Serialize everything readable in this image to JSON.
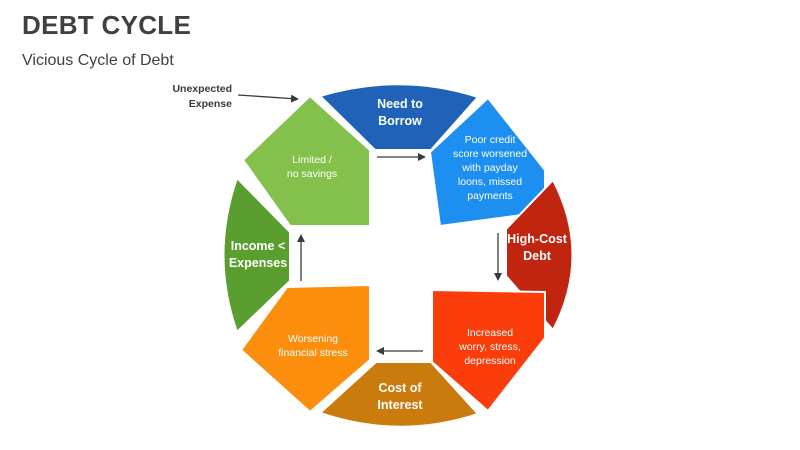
{
  "header": {
    "title": "DEBT CYCLE",
    "subtitle": "Vicious Cycle of Debt"
  },
  "annotation": {
    "line1": "Unexpected",
    "line2": "Expense"
  },
  "segments": {
    "need_to_borrow": {
      "line1": "Need to",
      "line2": "Borrow",
      "color": "#1f62b8"
    },
    "poor_credit": {
      "line1": "Poor credit",
      "line2": "score worsened",
      "line3": "with payday",
      "line4": "loons, missed",
      "line5": "payments",
      "color": "#1c8ff0"
    },
    "high_cost_debt": {
      "line1": "High-Cost",
      "line2": "Debt",
      "color": "#c02510"
    },
    "increased_worry": {
      "line1": "Increased",
      "line2": "worry, stress,",
      "line3": "depression",
      "color": "#fb3d0c"
    },
    "cost_of_interest": {
      "line1": "Cost of",
      "line2": "Interest",
      "color": "#c97b0d"
    },
    "worsening_stress": {
      "line1": "Worsening",
      "line2": "financial stress",
      "color": "#fb8f0d"
    },
    "income_expenses": {
      "line1": "Income <",
      "line2": "Expenses",
      "color": "#5a9e2f"
    },
    "limited_savings": {
      "line1": "Limited /",
      "line2": "no savings",
      "color": "#84c14c"
    }
  }
}
